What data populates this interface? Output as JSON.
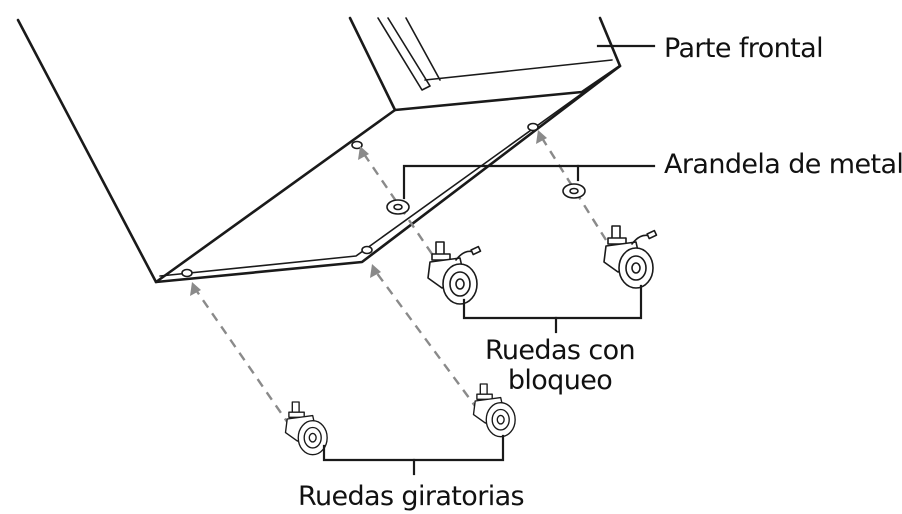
{
  "labels": {
    "front": "Parte frontal",
    "metal_washer": "Arandela de metal",
    "locking_casters_line1": "Ruedas con",
    "locking_casters_line2": "bloqueo",
    "swivel_casters": "Ruedas giratorias"
  },
  "colors": {
    "line": "#1a1a1a",
    "guide_arrows": "#8a8a8a",
    "background": "#ffffff"
  }
}
